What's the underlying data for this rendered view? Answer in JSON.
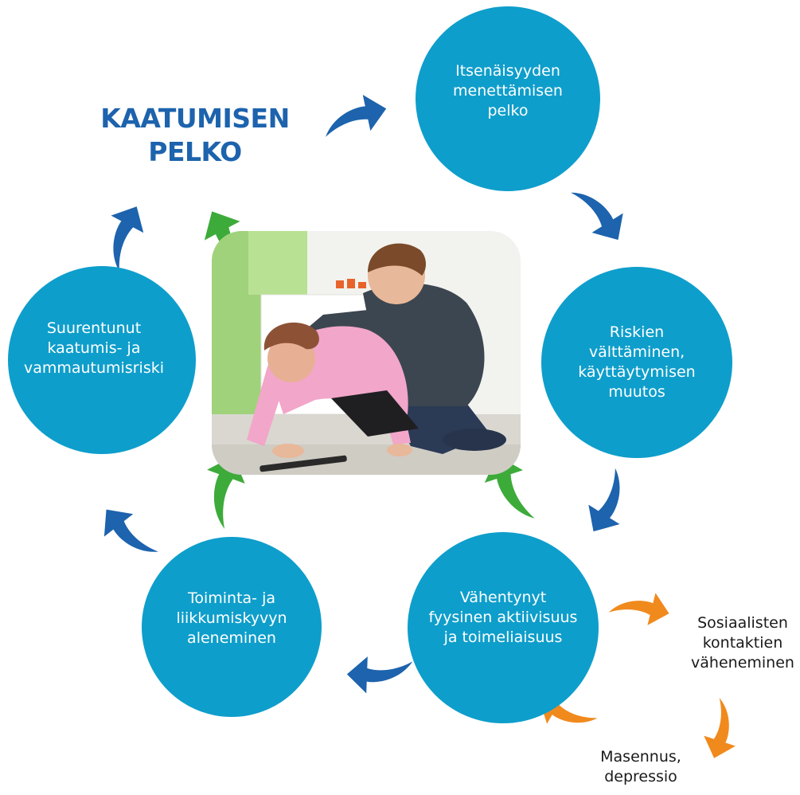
{
  "title": {
    "line1": "KAATUMISEN",
    "line2": "PELKO"
  },
  "cycle": [
    {
      "id": "itsenaisyys",
      "lines": [
        "Itsenäisyyden",
        "menettämisen",
        "pelko"
      ]
    },
    {
      "id": "riskit",
      "lines": [
        "Riskien",
        "välttäminen,",
        "käyttäytymisen",
        "muutos"
      ]
    },
    {
      "id": "vahentynyt",
      "lines": [
        "Vähentynyt",
        "fyysinen aktiivisuus",
        "ja toimeliaisuus"
      ]
    },
    {
      "id": "toiminta",
      "lines": [
        "Toiminta- ja",
        "liikkumiskyvyn",
        "aleneminen"
      ]
    },
    {
      "id": "suurentunut",
      "lines": [
        "Suurentunut",
        "kaatumis- ja",
        "vammautumisriski"
      ]
    }
  ],
  "side_loop": [
    {
      "id": "sosiaaliset",
      "lines": [
        "Sosiaalisten",
        "kontaktien",
        "väheneminen"
      ]
    },
    {
      "id": "masennus",
      "lines": [
        "Masennus,",
        "depressio"
      ]
    }
  ],
  "colors": {
    "circle": "#0e9ecb",
    "title": "#1d63ad",
    "arrow_blue": "#1d63ad",
    "arrow_green": "#3dab3a",
    "arrow_orange": "#f08a1d"
  },
  "photo": {
    "subject": "elderly-woman-fallen-with-young-man-helping"
  }
}
